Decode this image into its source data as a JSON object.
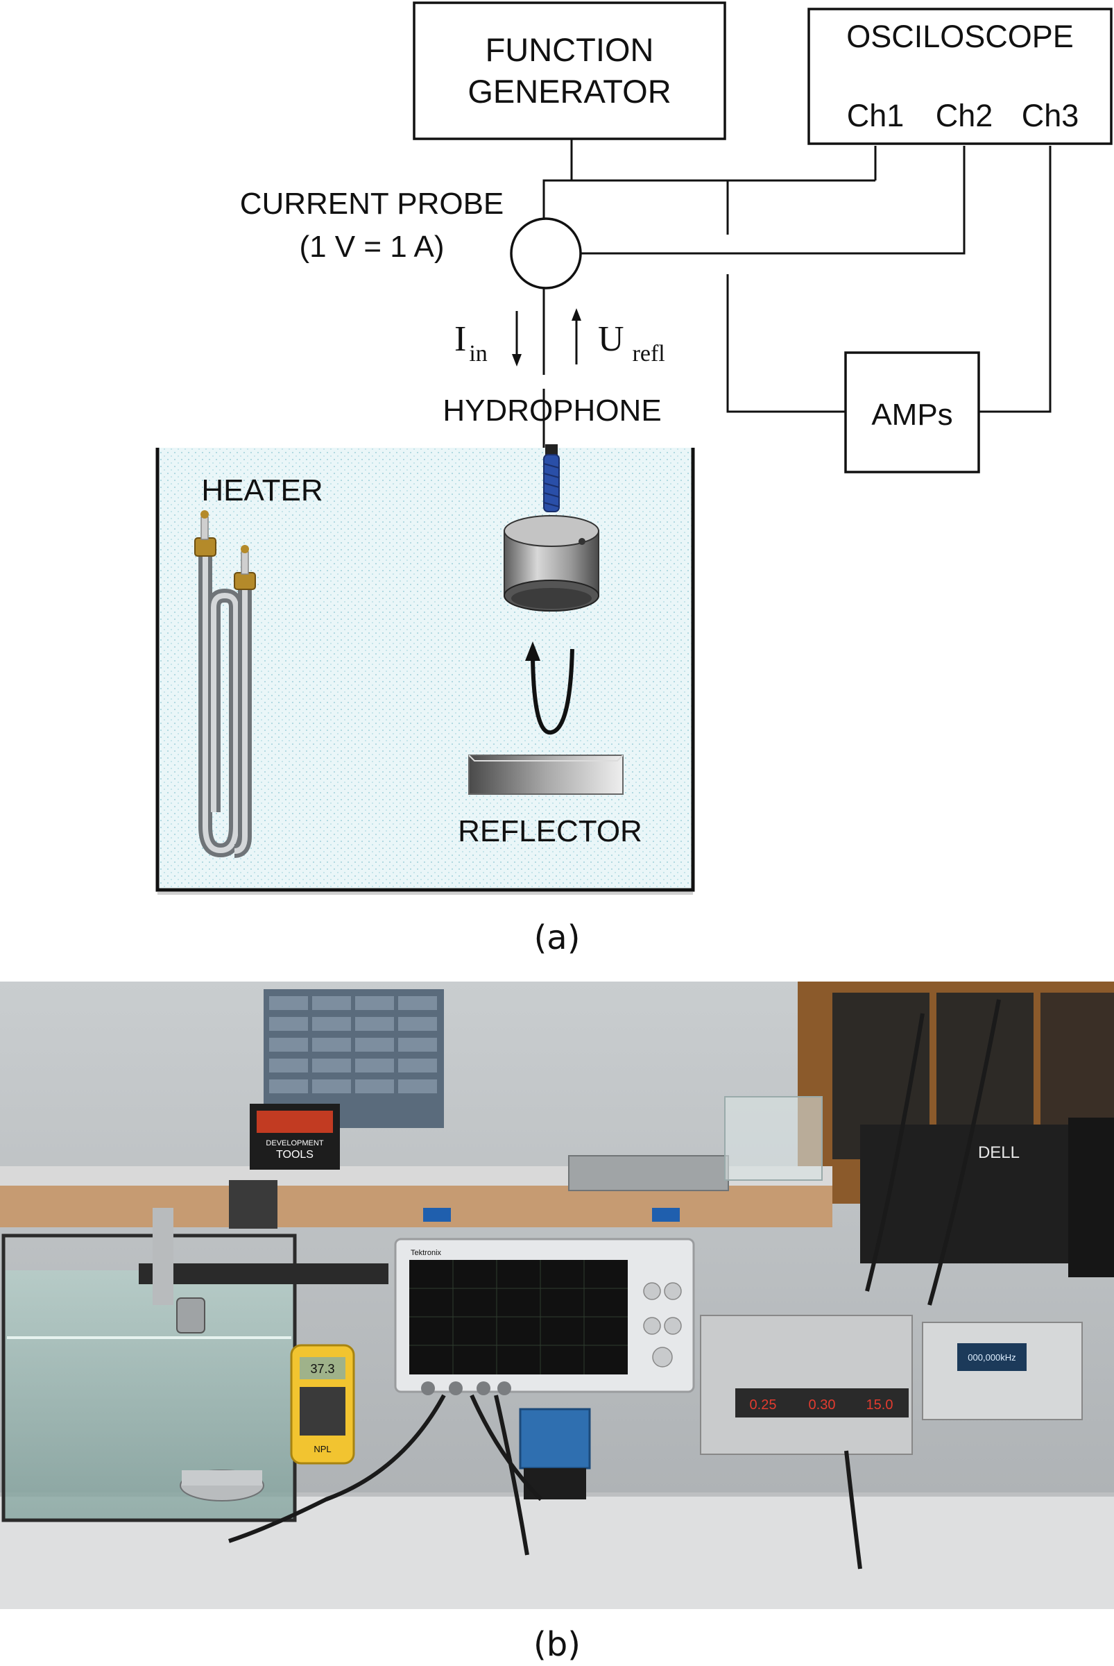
{
  "panel_a": {
    "function_generator": [
      "FUNCTION",
      "GENERATOR"
    ],
    "oscilloscope": "OSCILOSCOPE",
    "channels": [
      "Ch1",
      "Ch2",
      "Ch3"
    ],
    "current_probe": [
      "CURRENT PROBE",
      "(1 V = 1 A)"
    ],
    "i_in": "I",
    "i_in_sub": "in",
    "u_refl": "U",
    "u_refl_sub": "refl",
    "hydrophone": "HYDROPHONE",
    "amps": "AMPs",
    "heater": "HEATER",
    "reflector": "REFLECTOR",
    "caption": "(a)"
  },
  "panel_b": {
    "caption": "(b)",
    "scope_brand": "Tektronix",
    "thermometer_reading": "37.3",
    "monitor_brand": "DELL",
    "box_label": [
      "DEVELOPMENT",
      "TOOLS"
    ],
    "thermometer_logo": "NPL",
    "power_supply_display": [
      "0.25",
      "0.30",
      "15.0"
    ],
    "generator_display": "000,000kHz"
  },
  "colors": {
    "water_tint": "#e4f3f6",
    "cable_blue": "#2a4fa8",
    "line": "#111111"
  }
}
